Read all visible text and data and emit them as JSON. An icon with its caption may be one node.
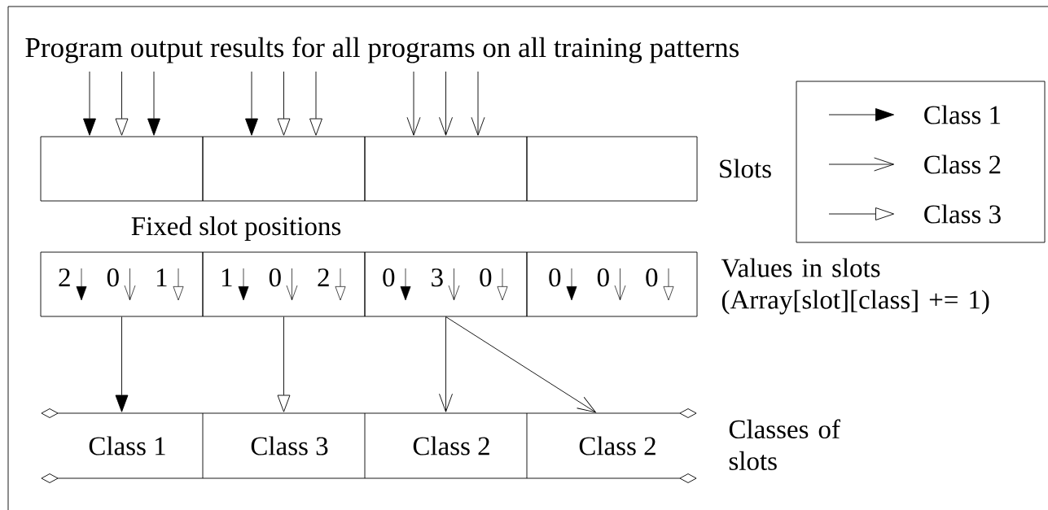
{
  "diagram": {
    "nodes": [
      {
        "text": [
          "Program output results for all programs on all training patterns"
        ]
      },
      {
        "text": [],
        "shape": "box"
      },
      {
        "text": [],
        "shape": "box"
      },
      {
        "text": [],
        "shape": "box"
      },
      {
        "text": [],
        "shape": "box"
      },
      {
        "text": [
          "2",
          "0",
          "1"
        ]
      },
      {
        "text": [
          "1",
          "0",
          "2"
        ]
      },
      {
        "text": [
          "0",
          "3",
          "0"
        ]
      },
      {
        "text": [
          "0",
          "0",
          "0"
        ]
      },
      {
        "text": [
          "Class 1"
        ]
      },
      {
        "text": [
          "Class 3"
        ]
      },
      {
        "text": [
          "Class 2"
        ]
      },
      {
        "text": [
          "Class 2"
        ]
      }
    ],
    "edges": [
      {
        "from": 0,
        "to": 1,
        "arrow": "to"
      },
      {
        "from": 0,
        "to": 1,
        "arrow": "to"
      },
      {
        "from": 0,
        "to": 1,
        "arrow": "to"
      },
      {
        "from": 0,
        "to": 2,
        "arrow": "to"
      },
      {
        "from": 0,
        "to": 2,
        "arrow": "to"
      },
      {
        "from": 0,
        "to": 2,
        "arrow": "to"
      },
      {
        "from": 0,
        "to": 3,
        "arrow": "to"
      },
      {
        "from": 0,
        "to": 3,
        "arrow": "to"
      },
      {
        "from": 0,
        "to": 3,
        "arrow": "to"
      },
      {
        "from": 5,
        "to": 9,
        "arrow": "to"
      },
      {
        "from": 6,
        "to": 10,
        "arrow": "to"
      },
      {
        "from": 7,
        "to": 11,
        "arrow": "to"
      },
      {
        "from": 7,
        "to": 12,
        "arrow": "to"
      }
    ],
    "labels": [
      "Slots",
      "Fixed slot positions",
      "Values in slots (Array[slot][class] += 1)",
      "Classes of slots"
    ],
    "legend": [
      {
        "text": "Class 1"
      },
      {
        "text": "Class 2"
      },
      {
        "text": "Class 3"
      }
    ]
  }
}
